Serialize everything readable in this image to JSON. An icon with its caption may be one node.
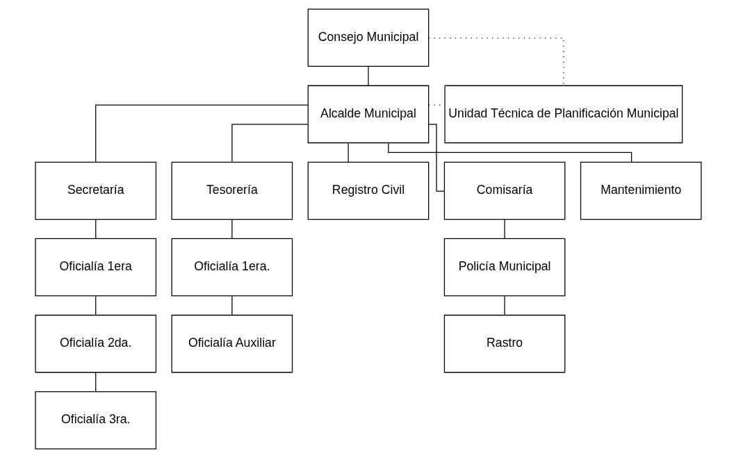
{
  "diagram": {
    "nodes": [
      {
        "text": [
          "Consejo Municipal"
        ]
      },
      {
        "text": [
          "Alcalde Municipal"
        ]
      },
      {
        "text": [
          "Unidad Técnica de Planificación Municipal"
        ]
      },
      {
        "text": [
          "Secretaría"
        ]
      },
      {
        "text": [
          "Tesorería"
        ]
      },
      {
        "text": [
          "Registro Civil"
        ]
      },
      {
        "text": [
          "Comisaría"
        ]
      },
      {
        "text": [
          "Mantenimiento"
        ]
      },
      {
        "text": [
          "Oficialía 1era"
        ]
      },
      {
        "text": [
          "Oficialía 2da."
        ]
      },
      {
        "text": [
          "Oficialía 3ra."
        ]
      },
      {
        "text": [
          "Oficialía 1era."
        ]
      },
      {
        "text": [
          "Oficialía Auxiliar"
        ]
      },
      {
        "text": [
          "Policía Municipal"
        ]
      },
      {
        "text": [
          "Rastro"
        ]
      }
    ],
    "edges": [
      {
        "from": 0,
        "to": 1,
        "arrow": "none"
      },
      {
        "from": 0,
        "to": 2,
        "arrow": "none",
        "style": "dashed"
      },
      {
        "from": 1,
        "to": 2,
        "arrow": "none",
        "style": "dashed"
      },
      {
        "from": 1,
        "to": 3,
        "arrow": "none"
      },
      {
        "from": 1,
        "to": 4,
        "arrow": "none"
      },
      {
        "from": 1,
        "to": 5,
        "arrow": "none"
      },
      {
        "from": 1,
        "to": 6,
        "arrow": "none"
      },
      {
        "from": 1,
        "to": 7,
        "arrow": "none"
      },
      {
        "from": 3,
        "to": 8,
        "arrow": "none"
      },
      {
        "from": 8,
        "to": 9,
        "arrow": "none"
      },
      {
        "from": 9,
        "to": 10,
        "arrow": "none"
      },
      {
        "from": 4,
        "to": 11,
        "arrow": "none"
      },
      {
        "from": 11,
        "to": 12,
        "arrow": "none"
      },
      {
        "from": 6,
        "to": 13,
        "arrow": "none"
      },
      {
        "from": 13,
        "to": 14,
        "arrow": "none"
      }
    ]
  }
}
